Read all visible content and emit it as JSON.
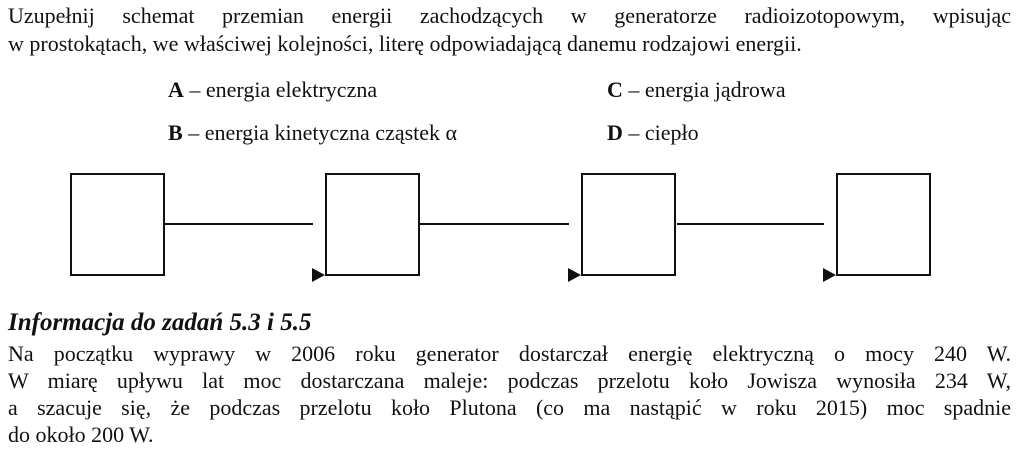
{
  "instruction": {
    "lines": [
      "Uzupełnij schemat przemian energii zachodzących w generatorze radioizotopowym, wpisując",
      "w prostokątach, we właściwej kolejności, literę odpowiadającą danemu rodzajowi energii."
    ]
  },
  "legend": [
    {
      "letter": "A",
      "text": " – energia elektryczna"
    },
    {
      "letter": "B",
      "text": " – energia kinetyczna cząstek α"
    },
    {
      "letter": "C",
      "text": " – energia jądrowa"
    },
    {
      "letter": "D",
      "text": " – ciepło"
    }
  ],
  "diagram": {
    "boxes": [
      "",
      "",
      "",
      ""
    ]
  },
  "info": {
    "heading": "Informacja do zadań 5.3 i 5.5",
    "lines": [
      "Na początku wyprawy w 2006 roku generator dostarczał energię elektryczną o mocy 240 W.",
      "W miarę upływu lat moc dostarczana maleje: podczas przelotu koło Jowisza wynosiła 234 W,",
      "a szacuje się, że podczas przelotu koło Plutona (co ma nastąpić w roku 2015) moc spadnie",
      "do około 200 W."
    ]
  }
}
